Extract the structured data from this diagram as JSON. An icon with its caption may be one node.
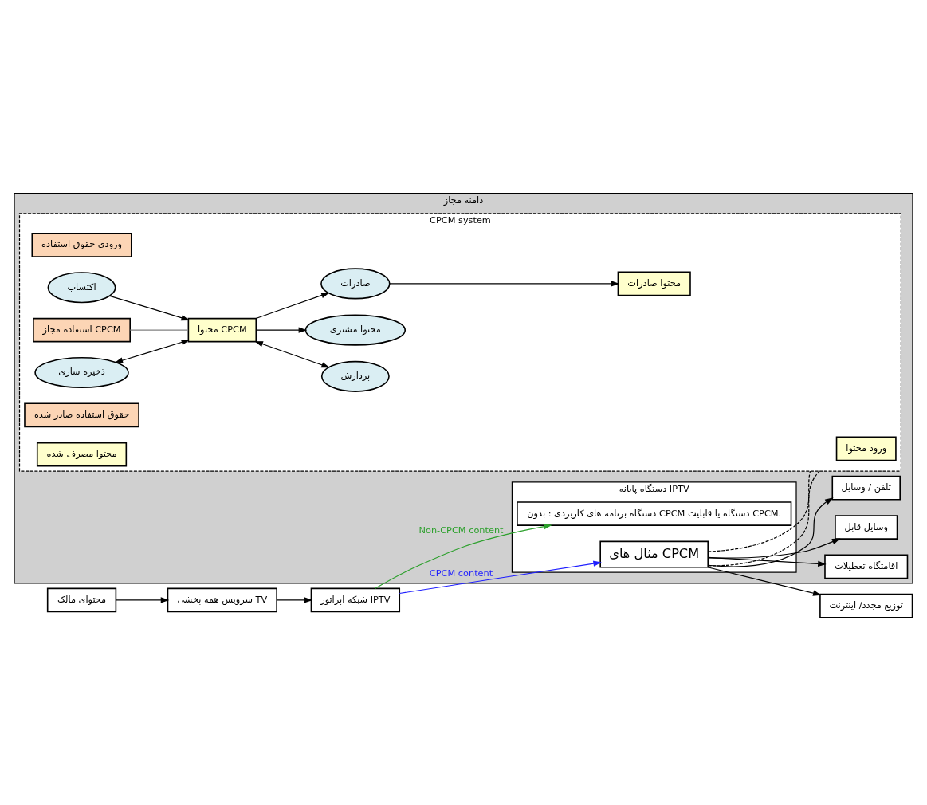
{
  "diagram": {
    "nodes": [
      {
        "text": [
          "دامنه مجاز"
        ]
      },
      {
        "text": [
          "محتوای مالک"
        ]
      },
      {
        "text": [
          "سرویس همه پخشی TV"
        ]
      },
      {
        "text": [
          "شبکه اپراتور IPTV"
        ]
      },
      {
        "text": [
          "دستگاه پایانه IPTV"
        ],
        "in": 0
      },
      {
        "text": [
          "دستگاه برنامه های کاربردی : بدون CPCM دستگاه یا قابلیت CPCM."
        ],
        "in": 4
      },
      {
        "text": [
          "مثال های CPCM"
        ],
        "in": 4
      },
      {
        "text": [
          "اقامتگاه تعطیلات"
        ],
        "in": 0
      },
      {
        "text": [
          "وسایل قابل"
        ],
        "in": 0
      },
      {
        "text": [
          "تلفن / وسایل"
        ],
        "in": 0
      },
      {
        "text": [
          "توزیع مجدد/ اینترنت"
        ]
      },
      {
        "text": [
          "CPCM system"
        ],
        "in": 0
      },
      {
        "text": [
          "ورود محتوا"
        ],
        "in": 11
      },
      {
        "text": [
          "ورودی حقوق استفاده"
        ],
        "in": 11
      },
      {
        "text": [
          "اکتساب"
        ],
        "in": 11
      },
      {
        "text": [
          "استفاده مجاز CPCM"
        ],
        "in": 11
      },
      {
        "text": [
          "ذخیره سازی"
        ],
        "in": 11
      },
      {
        "text": [
          "محتوا CPCM"
        ],
        "in": 11
      },
      {
        "text": [
          "پردازش"
        ],
        "in": 11
      },
      {
        "text": [
          "محتوا مشتری"
        ],
        "in": 11
      },
      {
        "text": [
          "صادرات"
        ],
        "in": 11
      },
      {
        "text": [
          "حقوق استفاده صادر شده"
        ],
        "in": 11
      },
      {
        "text": [
          "محتوا مصرف شده"
        ],
        "in": 11
      },
      {
        "text": [
          "محتوا صادرات"
        ],
        "in": 11
      }
    ],
    "edges": [
      {
        "from": 1,
        "to": 2,
        "arrow": "to"
      },
      {
        "from": 2,
        "to": 3,
        "arrow": "to"
      },
      {
        "from": 3,
        "to": 5,
        "arrow": "to",
        "label": "Non-CPCM content",
        "color": "#2ca02c"
      },
      {
        "from": 3,
        "to": 6,
        "arrow": "to",
        "label": "CPCM content",
        "color": "#1f1fff"
      },
      {
        "from": 6,
        "to": 10,
        "arrow": "to"
      },
      {
        "from": 6,
        "to": 7,
        "arrow": "to"
      },
      {
        "from": 6,
        "to": 8,
        "arrow": "to"
      },
      {
        "from": 6,
        "to": 9,
        "arrow": "to"
      },
      {
        "from": 6,
        "to": 11,
        "arrow": "none",
        "style": "dashed"
      },
      {
        "from": 6,
        "to": 11,
        "arrow": "none",
        "style": "dashed"
      },
      {
        "from": 14,
        "to": 17,
        "arrow": "to"
      },
      {
        "from": 16,
        "to": 17,
        "arrow": "both"
      },
      {
        "from": 17,
        "to": 18,
        "arrow": "both"
      },
      {
        "from": 15,
        "to": 17,
        "arrow": "none",
        "color": "#808080"
      },
      {
        "from": 17,
        "to": 19,
        "arrow": "to"
      },
      {
        "from": 17,
        "to": 20,
        "arrow": "to"
      },
      {
        "from": 20,
        "to": 23,
        "arrow": "to"
      }
    ]
  }
}
